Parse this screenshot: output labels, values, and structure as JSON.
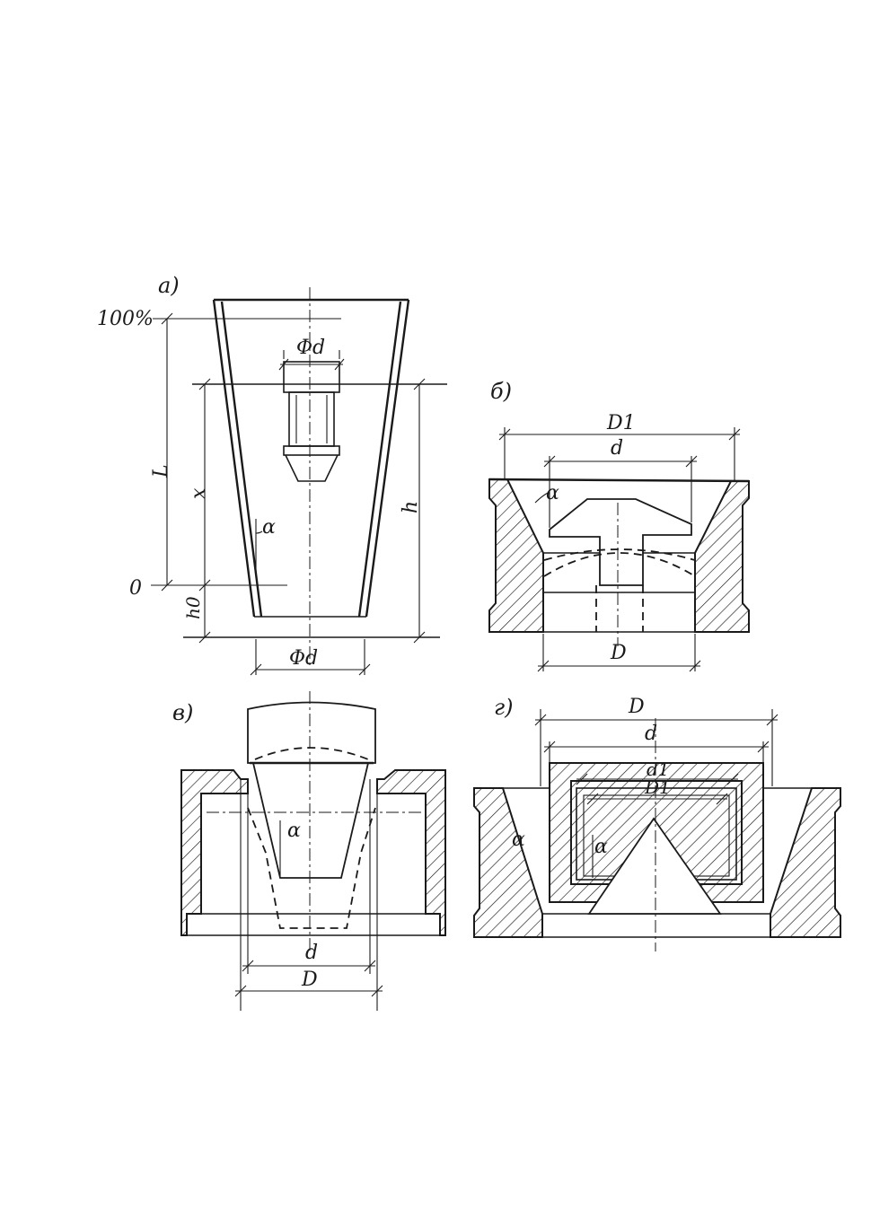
{
  "panels": {
    "a": {
      "label": "а)",
      "pct": "100%",
      "zero": "0",
      "L": "L",
      "x": "x",
      "h": "h",
      "h0": "h0",
      "alpha": "α",
      "dim_top": "Φd",
      "dim_bottom": "Φd"
    },
    "b": {
      "label": "б)",
      "D1": "D1",
      "d": "d",
      "D": "D",
      "alpha": "α"
    },
    "v": {
      "label": "в)",
      "d": "d",
      "D": "D",
      "alpha": "α"
    },
    "g": {
      "label": "г)",
      "D": "D",
      "d": "d",
      "d1": "d1",
      "D1": "D1",
      "alpha_left": "α",
      "alpha_inner": "α"
    }
  }
}
